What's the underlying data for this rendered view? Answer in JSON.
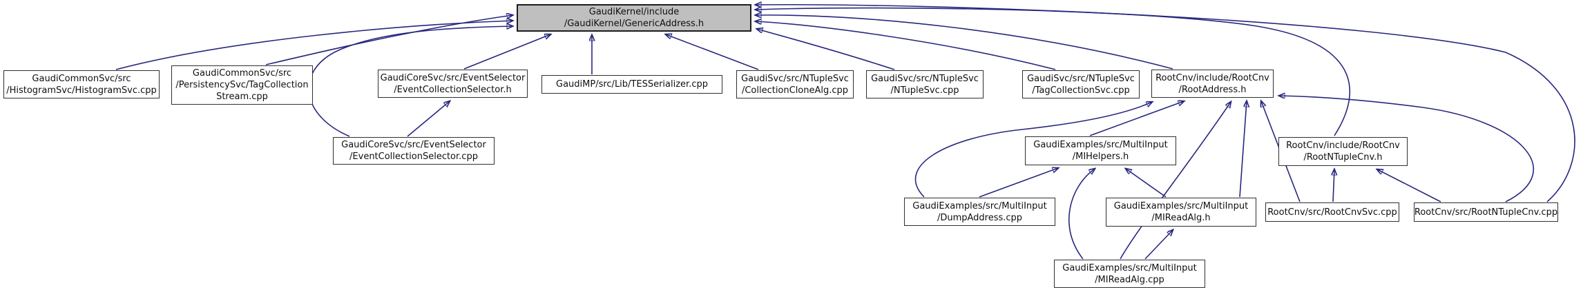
{
  "diagram": {
    "kind": "doxygen-included-by-graph",
    "edge_color": "#26267f",
    "main_node_fill": "#bfbfbf",
    "node_border_color": "#2e2e2e",
    "nodes": {
      "generic_address_h": {
        "label": "GaudiKernel/include/GaudiKernel/GenericAddress.h",
        "lines": [
          "GaudiKernel/include",
          "/GaudiKernel/GenericAddress.h"
        ],
        "highlighted": true
      },
      "histogram_svc_cpp": {
        "label": "GaudiCommonSvc/src/HistogramSvc/HistogramSvc.cpp",
        "lines": [
          "GaudiCommonSvc/src",
          "/HistogramSvc/HistogramSvc.cpp"
        ],
        "highlighted": false
      },
      "tag_collection_stream_cpp": {
        "label": "GaudiCommonSvc/src/PersistencySvc/TagCollectionStream.cpp",
        "lines": [
          "GaudiCommonSvc/src",
          "/PersistencySvc/TagCollection",
          "Stream.cpp"
        ],
        "highlighted": false
      },
      "event_collection_selector_h": {
        "label": "GaudiCoreSvc/src/EventSelector/EventCollectionSelector.h",
        "lines": [
          "GaudiCoreSvc/src/EventSelector",
          "/EventCollectionSelector.h"
        ],
        "highlighted": false
      },
      "tes_serializer_cpp": {
        "label": "GaudiMP/src/Lib/TESSerializer.cpp",
        "lines": [
          "GaudiMP/src/Lib/TESSerializer.cpp"
        ],
        "highlighted": false
      },
      "collection_clone_alg_cpp": {
        "label": "GaudiSvc/src/NTupleSvc/CollectionCloneAlg.cpp",
        "lines": [
          "GaudiSvc/src/NTupleSvc",
          "/CollectionCloneAlg.cpp"
        ],
        "highlighted": false
      },
      "ntuple_svc_cpp": {
        "label": "GaudiSvc/src/NTupleSvc/NTupleSvc.cpp",
        "lines": [
          "GaudiSvc/src/NTupleSvc",
          "/NTupleSvc.cpp"
        ],
        "highlighted": false
      },
      "tag_collection_svc_cpp": {
        "label": "GaudiSvc/src/NTupleSvc/TagCollectionSvc.cpp",
        "lines": [
          "GaudiSvc/src/NTupleSvc",
          "/TagCollectionSvc.cpp"
        ],
        "highlighted": false
      },
      "root_address_h": {
        "label": "RootCnv/include/RootCnv/RootAddress.h",
        "lines": [
          "RootCnv/include/RootCnv",
          "/RootAddress.h"
        ],
        "highlighted": false
      },
      "event_collection_selector_cpp": {
        "label": "GaudiCoreSvc/src/EventSelector/EventCollectionSelector.cpp",
        "lines": [
          "GaudiCoreSvc/src/EventSelector",
          "/EventCollectionSelector.cpp"
        ],
        "highlighted": false
      },
      "mi_helpers_h": {
        "label": "GaudiExamples/src/MultiInput/MIHelpers.h",
        "lines": [
          "GaudiExamples/src/MultiInput",
          "/MIHelpers.h"
        ],
        "highlighted": false
      },
      "root_ntuple_cnv_h": {
        "label": "RootCnv/include/RootCnv/RootNTupleCnv.h",
        "lines": [
          "RootCnv/include/RootCnv",
          "/RootNTupleCnv.h"
        ],
        "highlighted": false
      },
      "dump_address_cpp": {
        "label": "GaudiExamples/src/MultiInput/DumpAddress.cpp",
        "lines": [
          "GaudiExamples/src/MultiInput",
          "/DumpAddress.cpp"
        ],
        "highlighted": false
      },
      "mi_read_alg_h": {
        "label": "GaudiExamples/src/MultiInput/MIReadAlg.h",
        "lines": [
          "GaudiExamples/src/MultiInput",
          "/MIReadAlg.h"
        ],
        "highlighted": false
      },
      "root_cnv_svc_cpp": {
        "label": "RootCnv/src/RootCnvSvc.cpp",
        "lines": [
          "RootCnv/src/RootCnvSvc.cpp"
        ],
        "highlighted": false
      },
      "root_ntuple_cnv_cpp": {
        "label": "RootCnv/src/RootNTupleCnv.cpp",
        "lines": [
          "RootCnv/src/RootNTupleCnv.cpp"
        ],
        "highlighted": false
      },
      "mi_read_alg_cpp": {
        "label": "GaudiExamples/src/MultiInput/MIReadAlg.cpp",
        "lines": [
          "GaudiExamples/src/MultiInput",
          "/MIReadAlg.cpp"
        ],
        "highlighted": false
      }
    },
    "edges": [
      {
        "from": "histogram_svc_cpp",
        "to": "generic_address_h"
      },
      {
        "from": "tag_collection_stream_cpp",
        "to": "generic_address_h"
      },
      {
        "from": "event_collection_selector_h",
        "to": "generic_address_h"
      },
      {
        "from": "event_collection_selector_cpp",
        "to": "generic_address_h"
      },
      {
        "from": "tes_serializer_cpp",
        "to": "generic_address_h"
      },
      {
        "from": "collection_clone_alg_cpp",
        "to": "generic_address_h"
      },
      {
        "from": "ntuple_svc_cpp",
        "to": "generic_address_h"
      },
      {
        "from": "tag_collection_svc_cpp",
        "to": "generic_address_h"
      },
      {
        "from": "root_address_h",
        "to": "generic_address_h"
      },
      {
        "from": "root_ntuple_cnv_h",
        "to": "generic_address_h"
      },
      {
        "from": "root_ntuple_cnv_cpp",
        "to": "generic_address_h"
      },
      {
        "from": "event_collection_selector_cpp",
        "to": "event_collection_selector_h"
      },
      {
        "from": "dump_address_cpp",
        "to": "root_address_h"
      },
      {
        "from": "mi_helpers_h",
        "to": "root_address_h"
      },
      {
        "from": "mi_read_alg_cpp",
        "to": "root_address_h"
      },
      {
        "from": "mi_read_alg_h",
        "to": "root_address_h"
      },
      {
        "from": "root_cnv_svc_cpp",
        "to": "root_address_h"
      },
      {
        "from": "root_ntuple_cnv_cpp",
        "to": "root_address_h"
      },
      {
        "from": "dump_address_cpp",
        "to": "mi_helpers_h"
      },
      {
        "from": "mi_read_alg_cpp",
        "to": "mi_helpers_h"
      },
      {
        "from": "mi_read_alg_h",
        "to": "mi_helpers_h"
      },
      {
        "from": "mi_read_alg_cpp",
        "to": "mi_read_alg_h"
      },
      {
        "from": "root_cnv_svc_cpp",
        "to": "root_ntuple_cnv_h"
      },
      {
        "from": "root_ntuple_cnv_cpp",
        "to": "root_ntuple_cnv_h"
      }
    ]
  }
}
